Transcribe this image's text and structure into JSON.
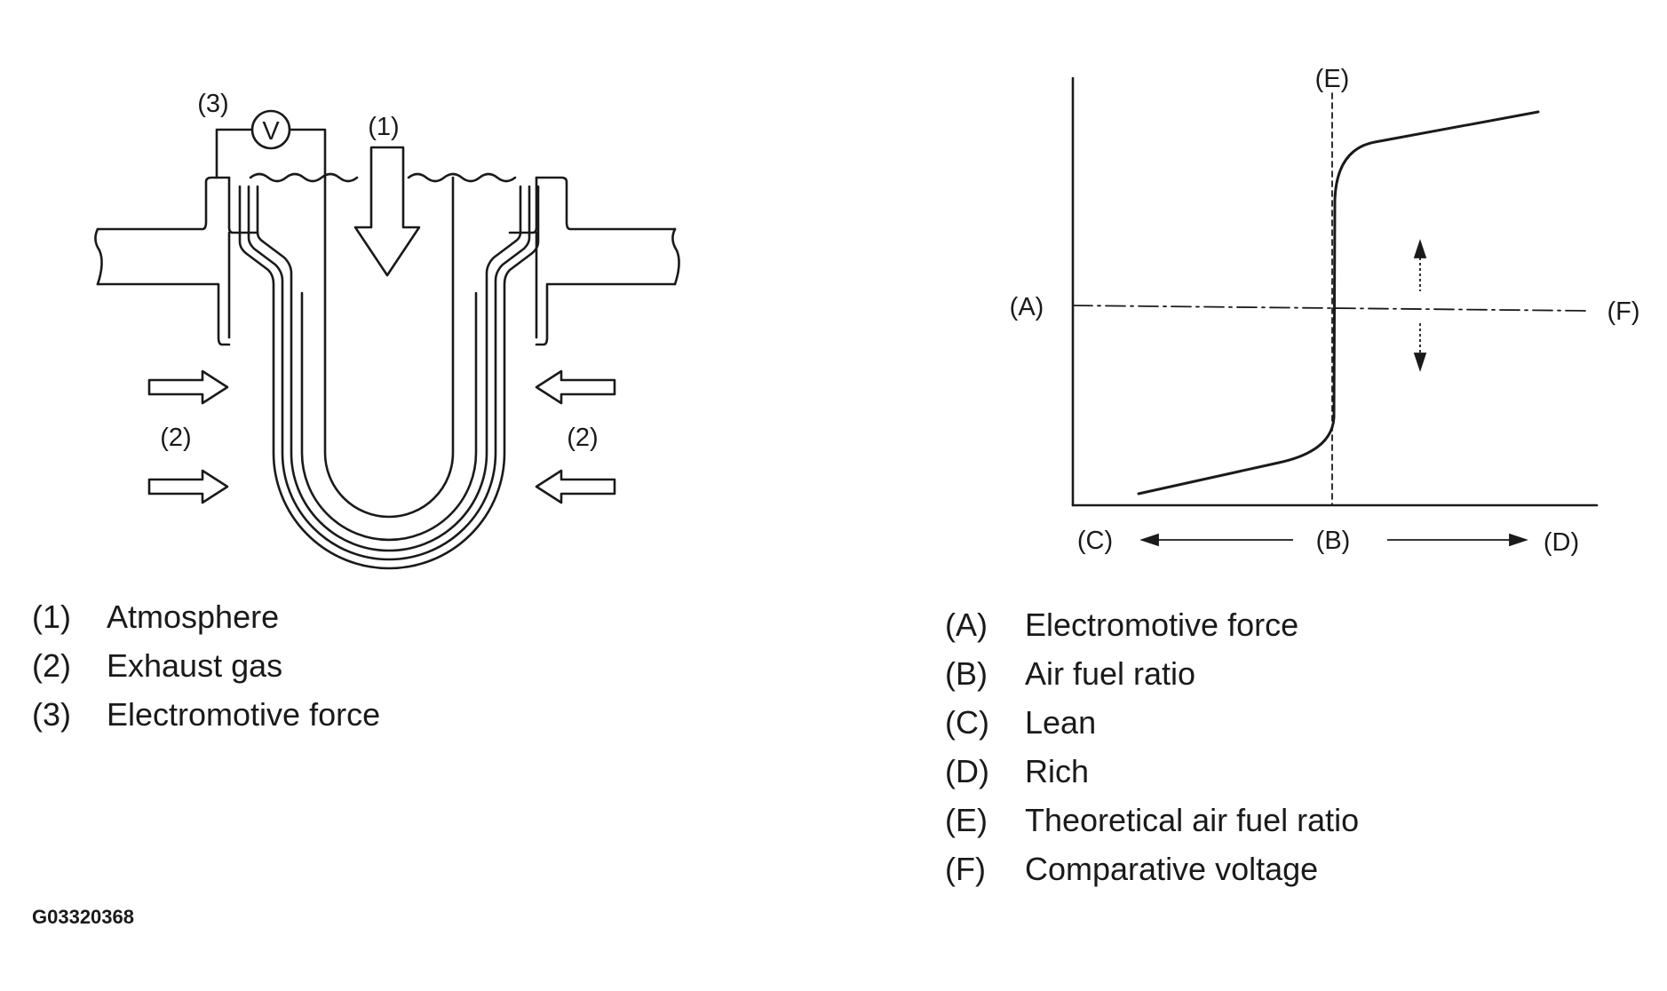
{
  "sensor_diagram": {
    "callouts": {
      "atmosphere": "(1)",
      "exhaust_left": "(2)",
      "exhaust_right": "(2)",
      "voltage": "(3)"
    },
    "voltmeter_symbol": "V"
  },
  "chart": {
    "label_A": "(A)",
    "label_B": "(B)",
    "label_C": "(C)",
    "label_D": "(D)",
    "label_E": "(E)",
    "label_F": "(F)"
  },
  "legend_left": [
    {
      "num": "(1)",
      "text": "Atmosphere"
    },
    {
      "num": "(2)",
      "text": "Exhaust gas"
    },
    {
      "num": "(3)",
      "text": "Electromotive force"
    }
  ],
  "legend_right": [
    {
      "num": "(A)",
      "text": "Electromotive force"
    },
    {
      "num": "(B)",
      "text": "Air fuel ratio"
    },
    {
      "num": "(C)",
      "text": "Lean"
    },
    {
      "num": "(D)",
      "text": "Rich"
    },
    {
      "num": "(E)",
      "text": "Theoretical air fuel ratio"
    },
    {
      "num": "(F)",
      "text": "Comparative voltage"
    }
  ],
  "figure_id": "G03320368"
}
